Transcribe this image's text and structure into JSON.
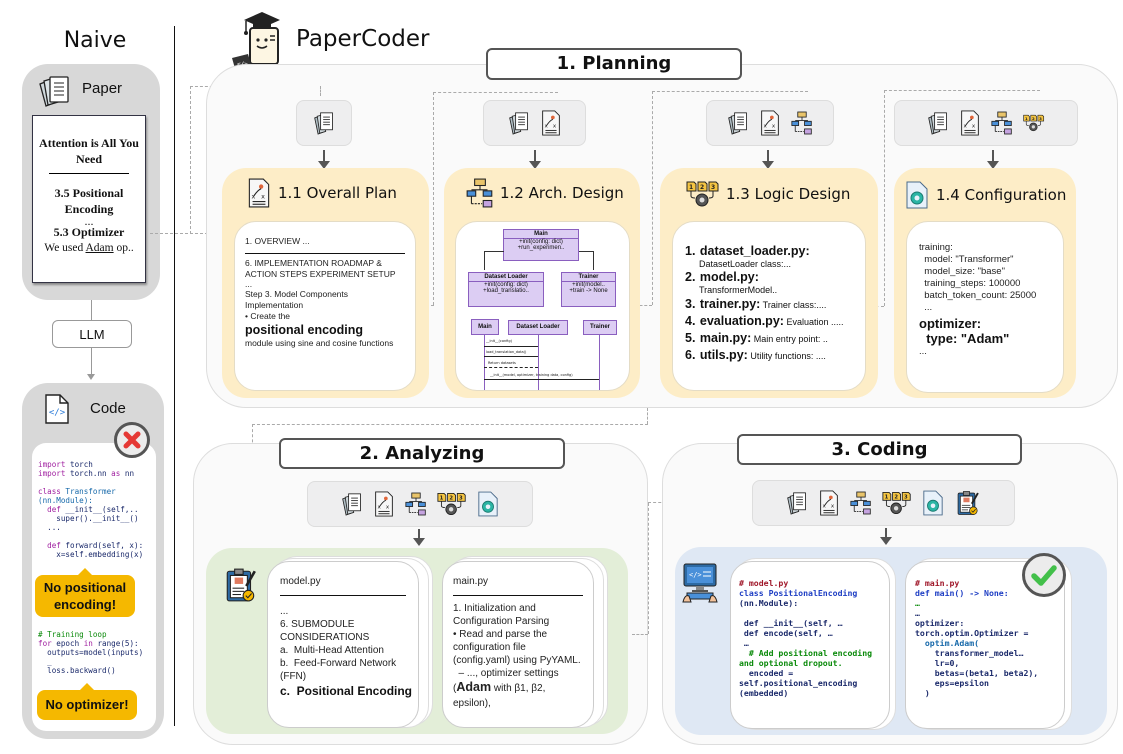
{
  "naive": {
    "title": "Naive",
    "paper": {
      "label": "Paper",
      "doc_title": "Attention is All You Need",
      "section1": "3.5 Positional Encoding",
      "ellipsis": "...",
      "section2": "5.3 Optimizer",
      "snippet_prefix": "We used ",
      "snippet_link": "Adam",
      "snippet_suffix": " op.."
    },
    "llm_label": "LLM",
    "code": {
      "label": "Code",
      "lines_top": [
        {
          "kw": "import",
          "rest": " torch"
        },
        {
          "kw": "import",
          "rest": " torch.nn ",
          "kw2": "as",
          "rest2": " nn"
        },
        {
          "kw": "",
          "rest": ""
        },
        {
          "kw": "class",
          "rest": " Transformer"
        },
        {
          "kw": "",
          "rest": "(nn.Module):"
        },
        {
          "kw": "  def",
          "rest": " __init__(self,.."
        },
        {
          "kw": "",
          "rest": "    super().__init__()"
        },
        {
          "kw": "",
          "rest": "  ..."
        },
        {
          "kw": "",
          "rest": ""
        },
        {
          "kw": "  def",
          "rest": " forward(self, x):"
        },
        {
          "kw": "",
          "rest": "    x=self.embedding(x)"
        }
      ],
      "warning1": "No positional encoding!",
      "comment": "# Training loop",
      "loop_line_kw": "for",
      "loop_line_rest": " epoch ",
      "loop_line_kw2": "in",
      "loop_line_rest2": " range(5):",
      "line_outputs": "  outputs=model(inputs)",
      "line_dots": "  _",
      "line_backward": "  loss.backward()",
      "warning2": "No optimizer!",
      "status_icon": "x-mark-icon"
    }
  },
  "papercoder": {
    "title": "PaperCoder",
    "planning": {
      "tab": "1. Planning",
      "overall_plan": {
        "title": "1.1 Overall Plan",
        "line1": "1. OVERVIEW ...",
        "line2": "6. IMPLEMENTATION ROADMAP & ACTION STEPS EXPERIMENT SETUP",
        "line3": "...",
        "line4": "Step 3. Model Components Implementation",
        "line5": "• Create the",
        "highlight": "positional encoding",
        "line6": "module using sine and cosine functions"
      },
      "arch_design": {
        "title": "1.2 Arch. Design",
        "main_class": {
          "name": "Main",
          "m1": "+init(config: dict)",
          "m2": "+run_experimen.."
        },
        "loader_class": {
          "name": "Dataset Loader",
          "m1": "+init(config: dict)",
          "m2": "+load_translatio.."
        },
        "trainer_class": {
          "name": "Trainer",
          "m1": "+init(model..",
          "m2": "+train -> None"
        },
        "seq_main": "Main",
        "seq_loader": "Dataset Loader",
        "seq_trainer": "Trainer",
        "msg1": "__init__(config)",
        "msg2": "load_translation_data()",
        "msg3": "Return datasets",
        "msg4": "__init__(model, optimizer, training data, config)"
      },
      "logic_design": {
        "title": "1.3 Logic Design",
        "items": [
          {
            "num": "1.",
            "file": "dataset_loader.py:",
            "desc": "DatasetLoader class:..."
          },
          {
            "num": "2.",
            "file": "model.py:",
            "desc": "TransformerModel.."
          },
          {
            "num": "3.",
            "file": "trainer.py:",
            "desc": " Trainer class:...."
          },
          {
            "num": "4.",
            "file": "evaluation.py:",
            "desc": " Evaluation ....."
          },
          {
            "num": "5.",
            "file": "main.py:",
            "desc": " Main entry point: .."
          },
          {
            "num": "6.",
            "file": "utils.py:",
            "desc": " Utility functions: ...."
          }
        ]
      },
      "configuration": {
        "title": "1.4 Configuration",
        "lines": [
          "training:",
          "  model: \"Transformer\"",
          "  model_size: \"base\"",
          "  training_steps: 100000",
          "  batch_token_count: 25000",
          "  ..."
        ],
        "opt_key": "optimizer:",
        "opt_type": "  type: \"Adam\"",
        "tail": "..."
      }
    },
    "analyzing": {
      "tab": "2. Analyzing",
      "model_card": {
        "file": "model.py",
        "l1": "...",
        "l2": "6. SUBMODULE CONSIDERATIONS",
        "l3": "a.  Multi-Head Attention",
        "l4": "b.  Feed-Forward Network (FFN)",
        "highlight": "c.  Positional Encoding"
      },
      "main_card": {
        "file": "main.py",
        "l1": "1. Initialization and Configuration Parsing",
        "l2": "• Read and parse the configuration file (config.yaml) using PyYAML.",
        "l3": "  – ..., optimizer settings",
        "hl_prefix": "(",
        "highlight": "Adam",
        "l4": " with β1, β2, epsilon),"
      }
    },
    "coding": {
      "tab": "3. Coding",
      "model_code": [
        {
          "t": "# model.py",
          "c": "cm2"
        },
        {
          "t": "class PositionalEncoding",
          "c": "kw"
        },
        {
          "t": "(nn.Module):",
          "c": ""
        },
        {
          "t": "",
          "c": ""
        },
        {
          "t": " def __init__(self, …",
          "c": ""
        },
        {
          "t": " def encode(self, …",
          "c": ""
        },
        {
          "t": " …",
          "c": ""
        },
        {
          "t": "  # Add positional encoding",
          "c": "cm"
        },
        {
          "t": "and optional dropout.",
          "c": "cm"
        },
        {
          "t": "  encoded =",
          "c": ""
        },
        {
          "t": "self.positional_encoding",
          "c": ""
        },
        {
          "t": "(embedded)",
          "c": ""
        }
      ],
      "main_code": [
        {
          "t": "# main.py",
          "c": "cm2"
        },
        {
          "t": "def main() -> None:",
          "c": "kw"
        },
        {
          "t": "…",
          "c": "cm"
        },
        {
          "t": "…",
          "c": ""
        },
        {
          "t": "optimizer:",
          "c": ""
        },
        {
          "t": "torch.optim.Optimizer =",
          "c": ""
        },
        {
          "t": "  optim.Adam(",
          "c": "fn"
        },
        {
          "t": "    transformer_model…",
          "c": ""
        },
        {
          "t": "    lr=0,",
          "c": ""
        },
        {
          "t": "    betas=(beta1, beta2),",
          "c": ""
        },
        {
          "t": "    eps=epsilon",
          "c": ""
        },
        {
          "t": "  )",
          "c": ""
        }
      ],
      "status_icon": "check-mark-icon"
    }
  },
  "colors": {
    "yellow_card": "#fdedc7",
    "green_card": "#e3eed8",
    "blue_card": "#dfe8f4",
    "warning": "#f5b800",
    "error_red": "#e53935",
    "success_green": "#43c04a"
  }
}
